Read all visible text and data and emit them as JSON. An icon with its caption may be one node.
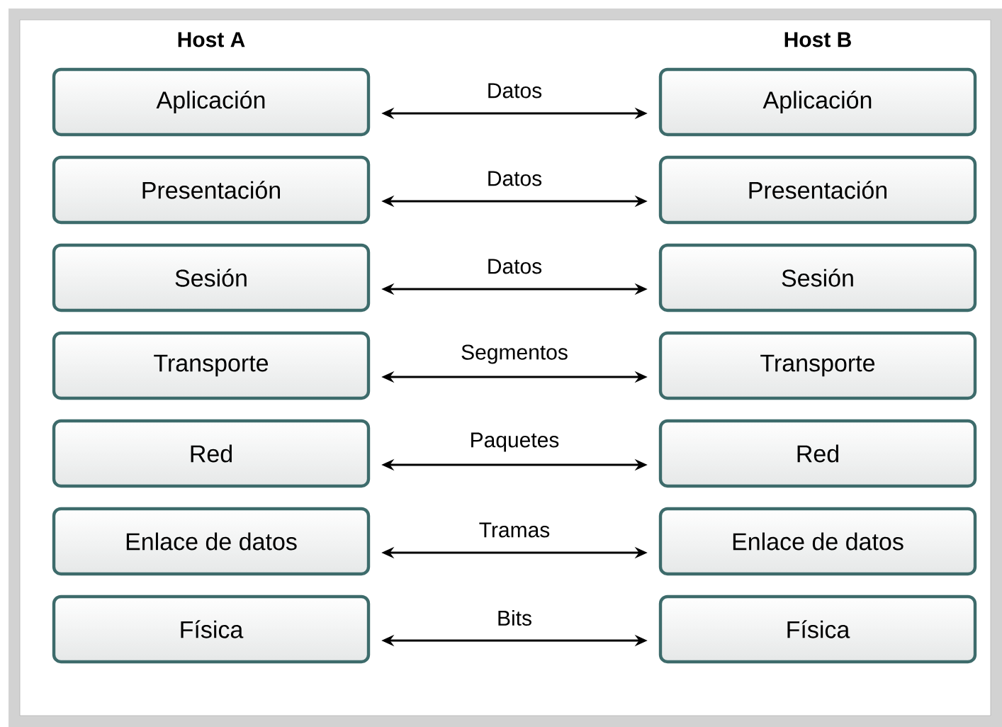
{
  "diagram": {
    "nodes": [
      {
        "text": [
          "Aplicación"
        ]
      },
      {
        "text": [
          "Aplicación"
        ]
      },
      {
        "text": [
          "Presentación"
        ]
      },
      {
        "text": [
          "Presentación"
        ]
      },
      {
        "text": [
          "Sesión"
        ]
      },
      {
        "text": [
          "Sesión"
        ]
      },
      {
        "text": [
          "Transporte"
        ]
      },
      {
        "text": [
          "Transporte"
        ]
      },
      {
        "text": [
          "Red"
        ]
      },
      {
        "text": [
          "Red"
        ]
      },
      {
        "text": [
          "Enlace de datos"
        ]
      },
      {
        "text": [
          "Enlace de datos"
        ]
      },
      {
        "text": [
          "Física"
        ]
      },
      {
        "text": [
          "Física"
        ]
      }
    ],
    "edges": [
      {
        "from": 0,
        "to": 1,
        "arrow": "both",
        "label": "Datos"
      },
      {
        "from": 2,
        "to": 3,
        "arrow": "both",
        "label": "Datos"
      },
      {
        "from": 4,
        "to": 5,
        "arrow": "both",
        "label": "Datos"
      },
      {
        "from": 6,
        "to": 7,
        "arrow": "both",
        "label": "Segmentos"
      },
      {
        "from": 8,
        "to": 9,
        "arrow": "both",
        "label": "Paquetes"
      },
      {
        "from": 10,
        "to": 11,
        "arrow": "both",
        "label": "Tramas"
      },
      {
        "from": 12,
        "to": 13,
        "arrow": "both",
        "label": "Bits"
      }
    ],
    "labels": [
      "Host A",
      "Host B"
    ]
  }
}
